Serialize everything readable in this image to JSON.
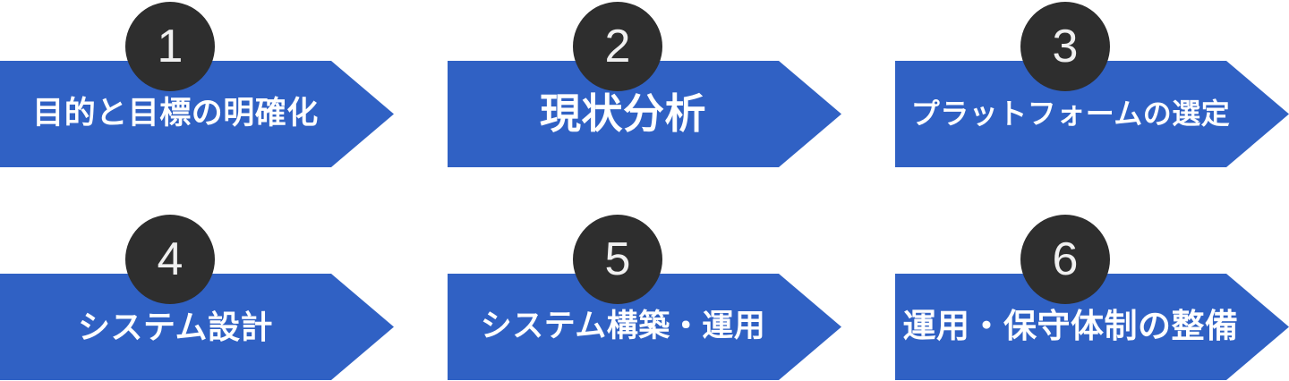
{
  "diagram": {
    "type": "process-steps",
    "layout": "2-rows-3-columns",
    "colors": {
      "arrow_blue": "#3061c4",
      "badge_charcoal": "#2e2e2e",
      "label_text": "#ffffff",
      "badge_number_text": "#f0f0f0",
      "background": "#ffffff"
    },
    "steps": [
      {
        "number": "1",
        "label": "目的と目標の明確化"
      },
      {
        "number": "2",
        "label": "現状分析"
      },
      {
        "number": "3",
        "label": "プラットフォームの選定"
      },
      {
        "number": "4",
        "label": "システム設計"
      },
      {
        "number": "5",
        "label": "システム構築・運用"
      },
      {
        "number": "6",
        "label": "運用・保守体制の整備"
      }
    ]
  }
}
